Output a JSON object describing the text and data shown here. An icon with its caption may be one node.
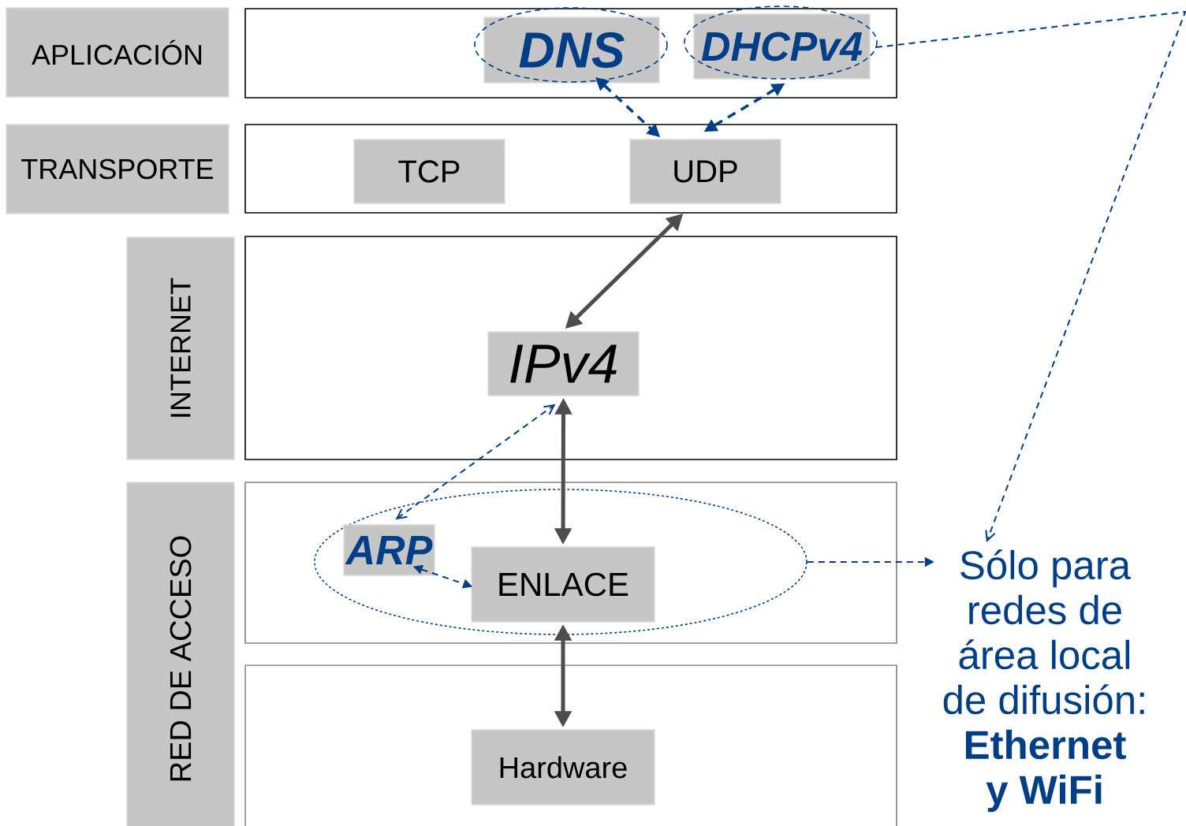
{
  "diagram": {
    "nodes": [
      {
        "text": [
          "APLICACIÓN"
        ]
      },
      {
        "text": [],
        "shape": "box"
      },
      {
        "text": [
          "DNS"
        ],
        "in": 1
      },
      {
        "text": [
          "DHCPv4"
        ],
        "in": 1
      },
      {
        "text": [
          "TRANSPORTE"
        ]
      },
      {
        "text": [],
        "shape": "box"
      },
      {
        "text": [
          "TCP"
        ],
        "in": 5
      },
      {
        "text": [
          "UDP"
        ],
        "in": 5
      },
      {
        "text": [
          "INTERNET"
        ]
      },
      {
        "text": [],
        "shape": "box"
      },
      {
        "text": [
          "IPv4"
        ],
        "in": 9
      },
      {
        "text": [
          "RED DE ACCESO"
        ]
      },
      {
        "text": [],
        "shape": "box"
      },
      {
        "text": [],
        "shape": "ellipse",
        "in": 12
      },
      {
        "text": [
          "ARP"
        ],
        "in": 13
      },
      {
        "text": [
          "ENLACE"
        ],
        "in": 13
      },
      {
        "text": [],
        "shape": "box"
      },
      {
        "text": [
          "Hardware"
        ],
        "in": 16
      },
      {
        "text": [
          "Sólo para redes de área local de difusión: **Ethernet y WiFi**"
        ]
      }
    ],
    "edges": [
      {
        "from": 2,
        "to": 7,
        "arrow": "both",
        "style": "dashed",
        "color": "#003f87"
      },
      {
        "from": 3,
        "to": 7,
        "arrow": "both",
        "style": "dashed",
        "color": "#003f87"
      },
      {
        "from": 7,
        "to": 10,
        "arrow": "both",
        "color": "#4d4d4d"
      },
      {
        "from": 14,
        "to": 10,
        "arrow": "both",
        "style": "dashed",
        "color": "#003f87"
      },
      {
        "from": 10,
        "to": 15,
        "arrow": "both",
        "color": "#4d4d4d"
      },
      {
        "from": 14,
        "to": 15,
        "arrow": "both",
        "style": "dashed",
        "color": "#003f87"
      },
      {
        "from": 15,
        "to": 17,
        "arrow": "both",
        "color": "#4d4d4d"
      },
      {
        "from": 13,
        "to": 18,
        "arrow": "to",
        "style": "dashed",
        "color": "#003f87"
      },
      {
        "from": 3,
        "to": 18,
        "arrow": "to",
        "style": "dashed",
        "color": "#003f87"
      }
    ]
  }
}
